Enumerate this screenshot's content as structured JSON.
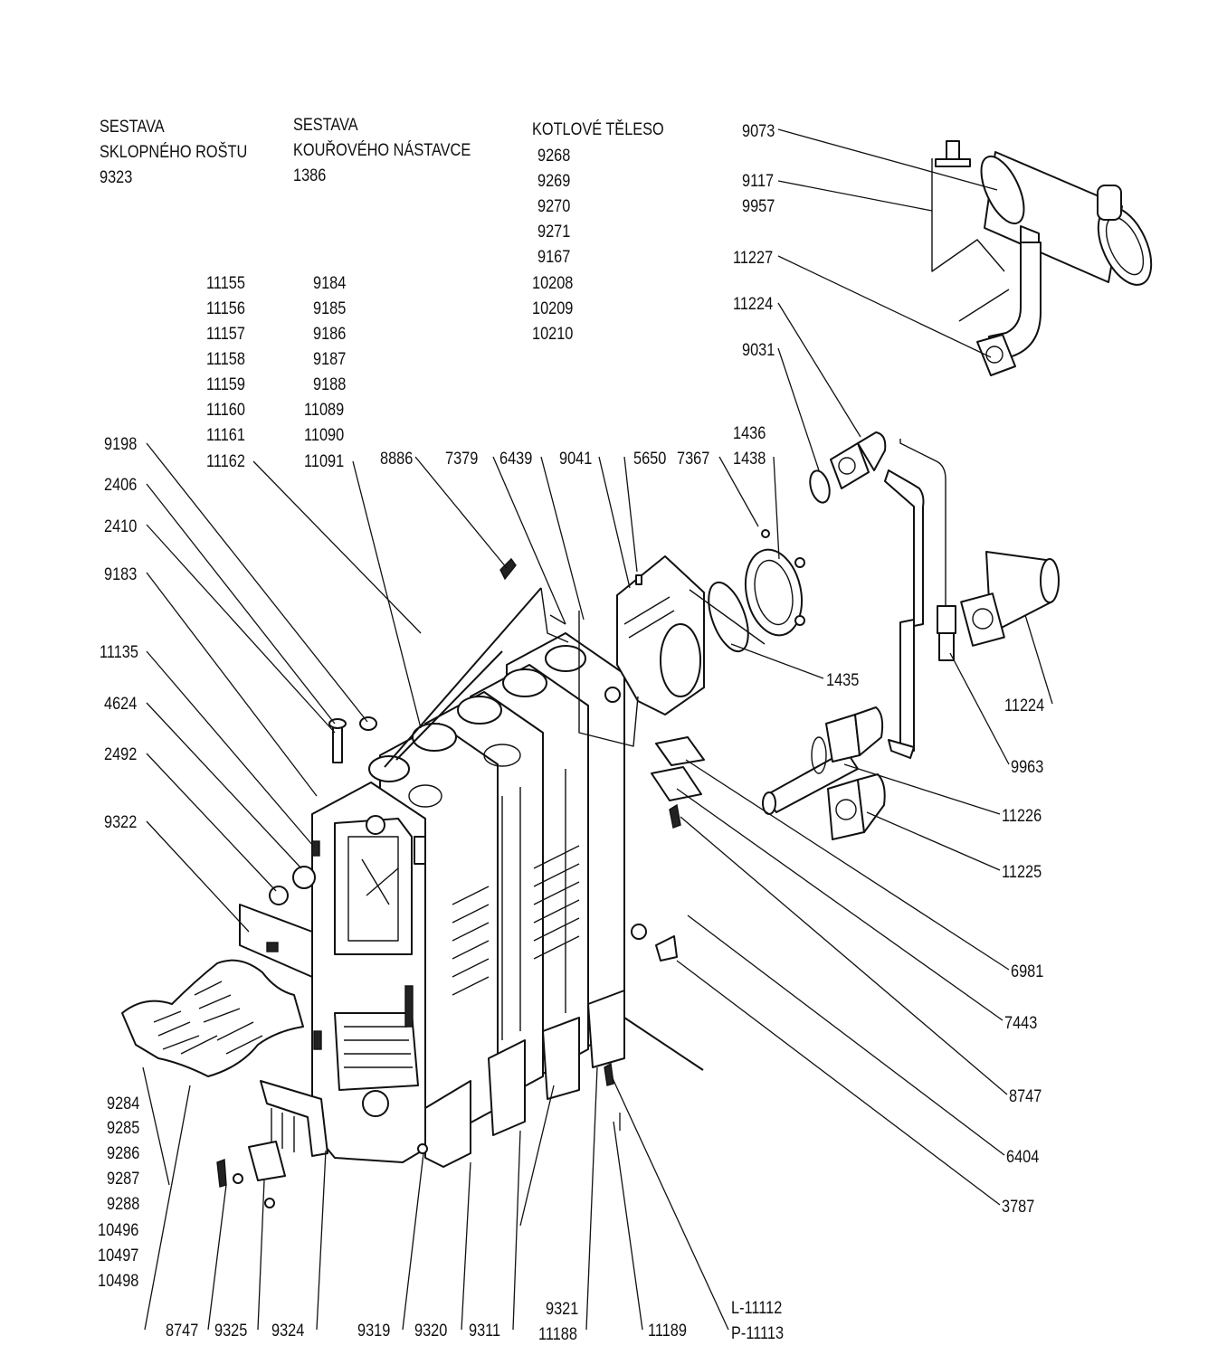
{
  "headings": {
    "grate": {
      "line1": "SESTAVA",
      "line2": "SKLOPNÉHO ROŠTU",
      "code": "9323"
    },
    "flue": {
      "line1": "SESTAVA",
      "line2": "KOUŘOVÉHO NÁSTAVCE",
      "code": "1386"
    },
    "boiler": {
      "line1": "KOTLOVÉ TĚLESO",
      "codes": [
        "9268",
        "9269",
        "9270",
        "9271",
        "9167",
        "10208",
        "10209",
        "10210"
      ]
    }
  },
  "code_lists": {
    "grate_codes": [
      "11155",
      "11156",
      "11157",
      "11158",
      "11159",
      "11160",
      "11161",
      "11162"
    ],
    "flue_codes": [
      "9184",
      "9185",
      "9186",
      "9187",
      "9188",
      "11089",
      "11090",
      "11091"
    ]
  },
  "callouts": {
    "p9073": "9073",
    "p9117": "9117",
    "p9957": "9957",
    "p11227": "11227",
    "p11224_top": "11224",
    "p9031": "9031",
    "p1436": "1436",
    "p1438": "1438",
    "p7367": "7367",
    "p5650": "5650",
    "p9041": "9041",
    "p6439": "6439",
    "p7379": "7379",
    "p8886": "8886",
    "p9198": "9198",
    "p2406": "2406",
    "p2410": "2410",
    "p9183": "9183",
    "p11135": "11135",
    "p4624": "4624",
    "p2492": "2492",
    "p9322": "9322",
    "p1435": "1435",
    "p11224_right": "11224",
    "p9963": "9963",
    "p11226": "11226",
    "p11225": "11225",
    "p6981": "6981",
    "p7443": "7443",
    "p8747_right": "8747",
    "p6404": "6404",
    "p3787": "3787",
    "p8747_bottom": "8747",
    "p9325": "9325",
    "p9324": "9324",
    "p9319": "9319",
    "p9320": "9320",
    "p9311": "9311",
    "p9321": "9321",
    "p11188": "11188",
    "p11189": "11189",
    "pL11112": "L-11112",
    "pP11113": "P-11113"
  },
  "grate_list": [
    "9284",
    "9285",
    "9286",
    "9287",
    "9288",
    "10496",
    "10497",
    "10498"
  ]
}
